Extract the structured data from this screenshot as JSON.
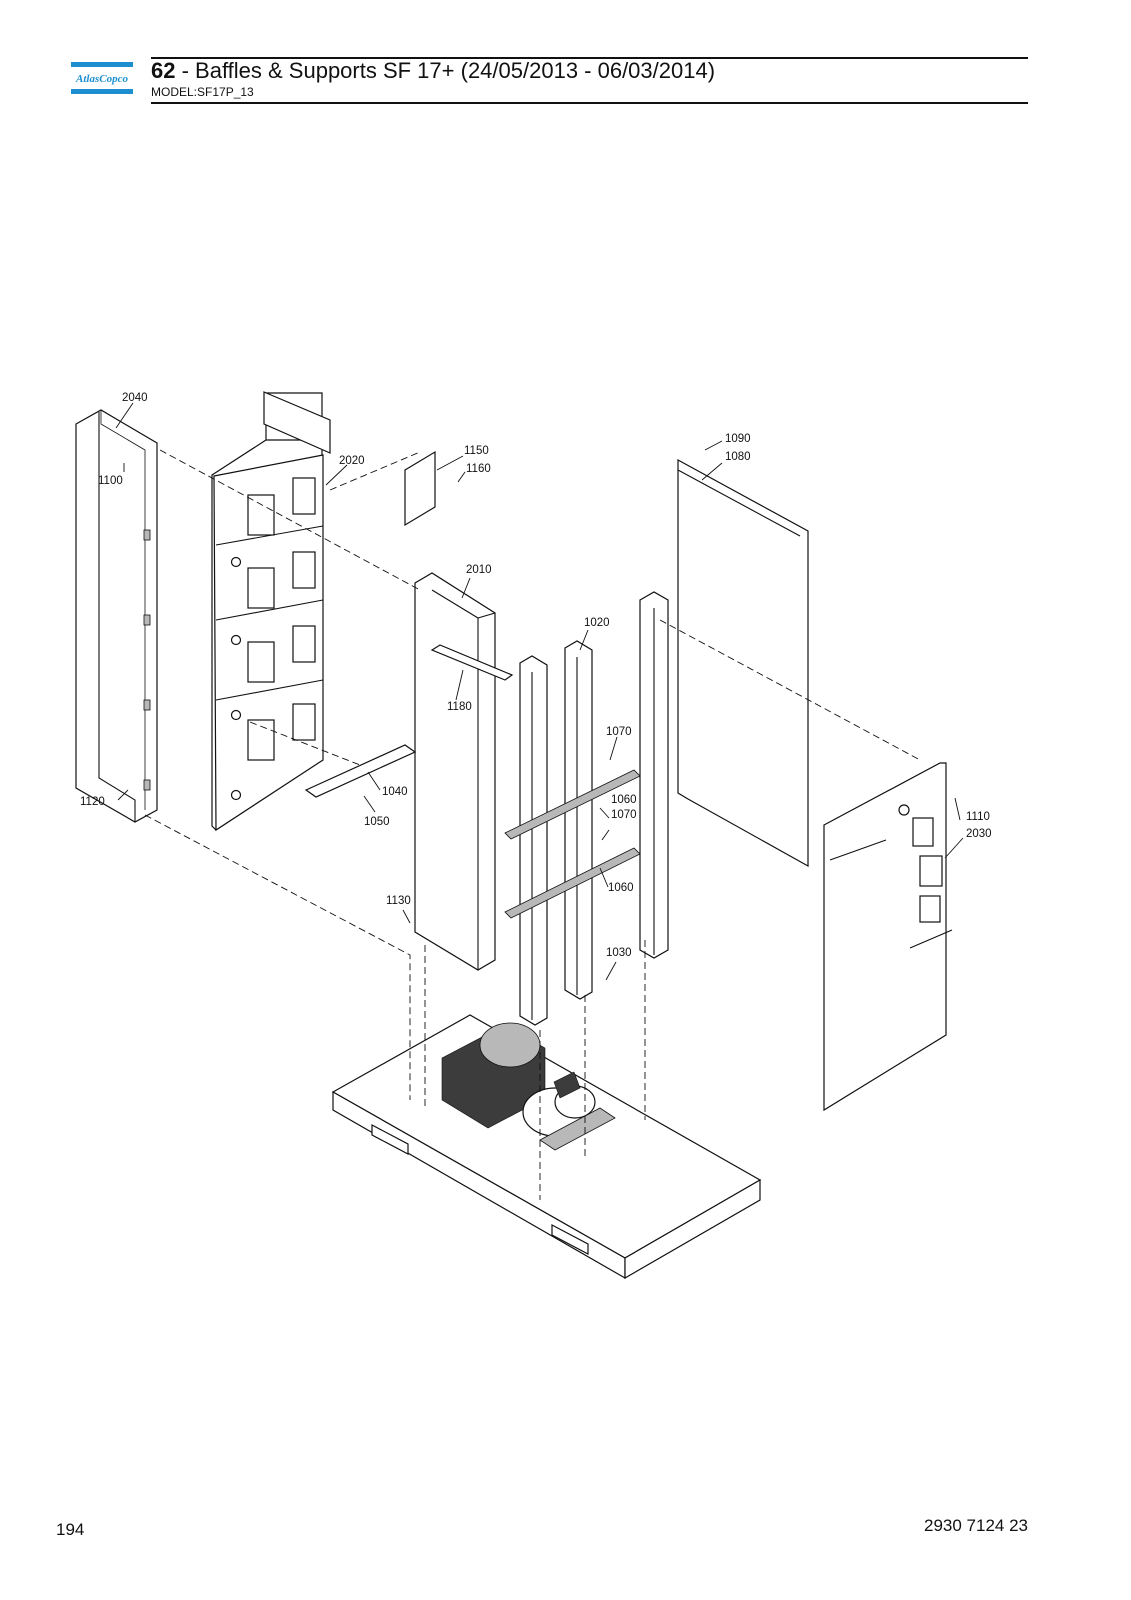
{
  "header": {
    "logo_text": "AtlasCopco",
    "section_number": "62",
    "title": " - Baffles & Supports SF 17+ (24/05/2013 - 06/03/2014)",
    "model": "MODEL:SF17P_13"
  },
  "colors": {
    "brand_blue": "#1d8fd0",
    "ink": "#111111"
  },
  "callouts": [
    {
      "id": "2040",
      "label": "2040"
    },
    {
      "id": "1100",
      "label": "1100"
    },
    {
      "id": "2020",
      "label": "2020"
    },
    {
      "id": "1150",
      "label": "1150"
    },
    {
      "id": "1160",
      "label": "1160"
    },
    {
      "id": "1090",
      "label": "1090"
    },
    {
      "id": "1080",
      "label": "1080"
    },
    {
      "id": "2010",
      "label": "2010"
    },
    {
      "id": "1020",
      "label": "1020"
    },
    {
      "id": "1180",
      "label": "1180"
    },
    {
      "id": "1070a",
      "label": "1070"
    },
    {
      "id": "1040",
      "label": "1040"
    },
    {
      "id": "1050",
      "label": "1050"
    },
    {
      "id": "1120",
      "label": "1120"
    },
    {
      "id": "1060a",
      "label": "1060"
    },
    {
      "id": "1070b",
      "label": "1070"
    },
    {
      "id": "1110",
      "label": "1110"
    },
    {
      "id": "2030",
      "label": "2030"
    },
    {
      "id": "1060b",
      "label": "1060"
    },
    {
      "id": "1130",
      "label": "1130"
    },
    {
      "id": "1030",
      "label": "1030"
    }
  ],
  "footer": {
    "page_number": "194",
    "document_number": "2930 7124 23"
  }
}
